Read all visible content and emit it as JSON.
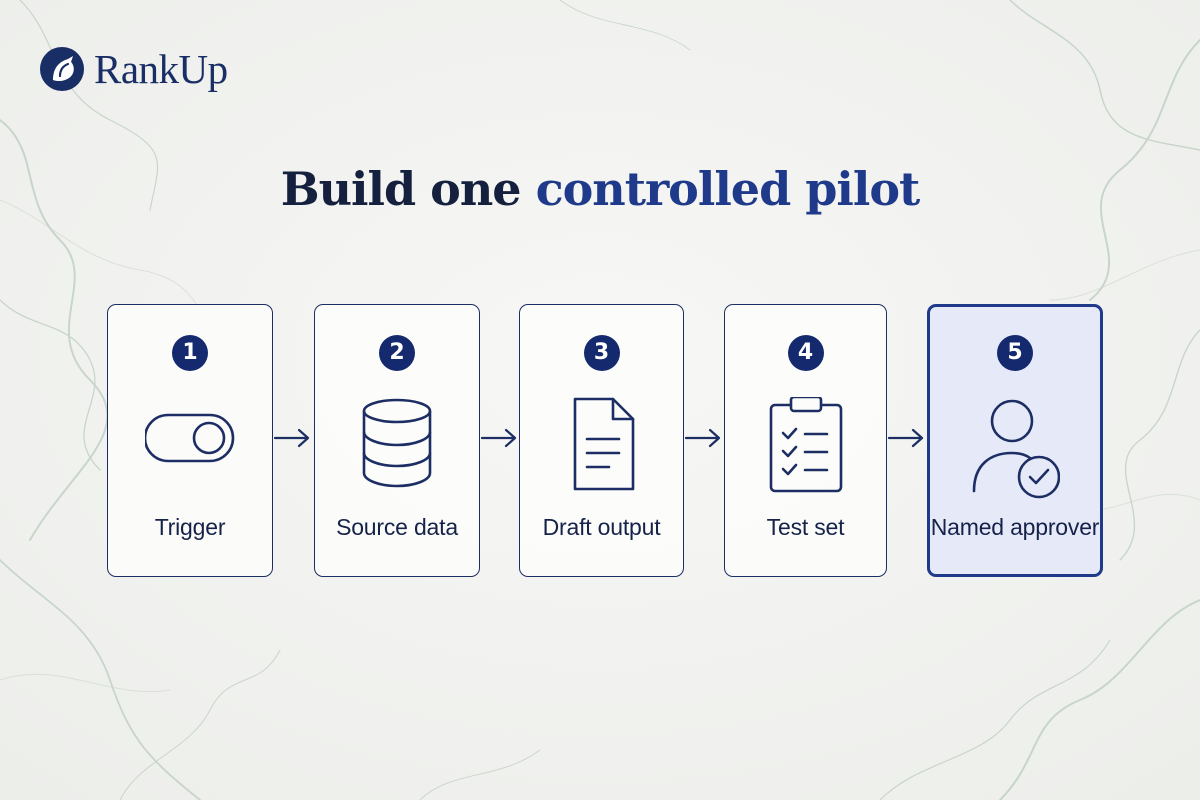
{
  "brand": {
    "name": "RankUp",
    "color": "#1a2e66"
  },
  "headline": {
    "part1": "Build one",
    "part2": "controlled pilot",
    "color_dark": "#14203d",
    "color_accent": "#1f3a8a"
  },
  "steps": [
    {
      "number": "1",
      "label": "Trigger",
      "icon": "toggle-switch-icon"
    },
    {
      "number": "2",
      "label": "Source data",
      "icon": "database-icon"
    },
    {
      "number": "3",
      "label": "Draft output",
      "icon": "document-icon"
    },
    {
      "number": "4",
      "label": "Test set",
      "icon": "clipboard-checklist-icon"
    },
    {
      "number": "5",
      "label": "Named approver",
      "icon": "user-check-icon",
      "highlighted": true
    }
  ],
  "connector_icon": "arrow-right-icon"
}
